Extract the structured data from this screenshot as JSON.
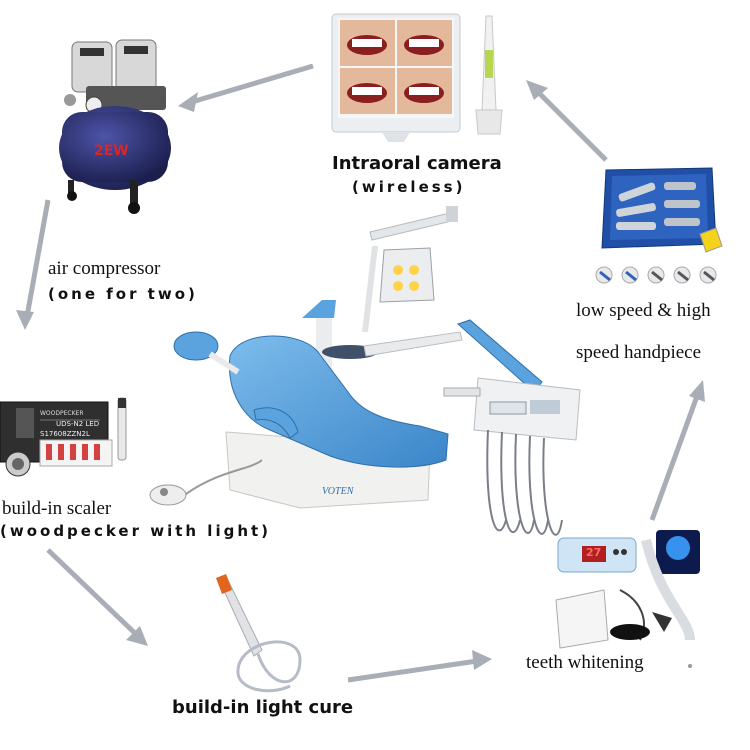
{
  "products": {
    "intraoral_camera": {
      "title": "Intraoral camera",
      "subtitle": "(wireless)"
    },
    "air_compressor": {
      "title": "air compressor",
      "subtitle": "(one for two)",
      "badge": "2EW"
    },
    "handpiece": {
      "line1": "low speed & high",
      "line2": "speed handpiece"
    },
    "scaler": {
      "title": "build-in scaler",
      "subtitle": "(woodpecker with light)",
      "panel_text": "WOODPECKER",
      "model_text": "UDS-N2 LED",
      "serial_text": "S17608ZZN2L"
    },
    "light_cure": {
      "title": "build-in light cure"
    },
    "teeth_whitening": {
      "title": "teeth whitening",
      "display_value": "27"
    },
    "dental_chair": {
      "brand": "VOTEN"
    }
  },
  "colors": {
    "chair_blue": "#5aa3de",
    "arrow_gray": "#b9bcc4",
    "compressor_navy": "#2b2f6e",
    "compressor_red": "#d8262a"
  }
}
